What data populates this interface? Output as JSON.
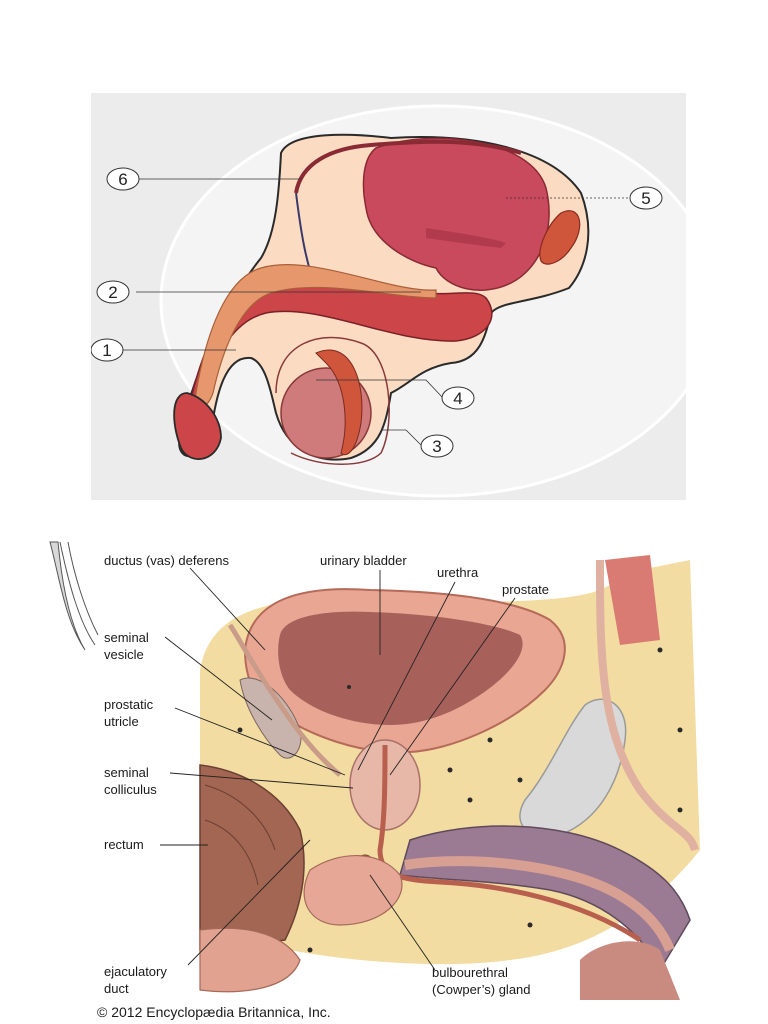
{
  "top_diagram": {
    "callouts": [
      "6",
      "5",
      "2",
      "1",
      "4",
      "3"
    ]
  },
  "bottom_diagram": {
    "labels": {
      "ductus": "ductus (vas) deferens",
      "bladder": "urinary bladder",
      "urethra": "urethra",
      "prostate": "prostate",
      "seminal_vesicle_1": "seminal",
      "seminal_vesicle_2": "vesicle",
      "utricle_1": "prostatic",
      "utricle_2": "utricle",
      "colliculus_1": "seminal",
      "colliculus_2": "colliculus",
      "rectum": "rectum",
      "ejaculatory_1": "ejaculatory",
      "ejaculatory_2": "duct",
      "bulbourethral_1": "bulbourethral",
      "bulbourethral_2": "(Cowper’s) gland"
    }
  },
  "copyright": "© 2012 Encyclopædia Britannica, Inc."
}
